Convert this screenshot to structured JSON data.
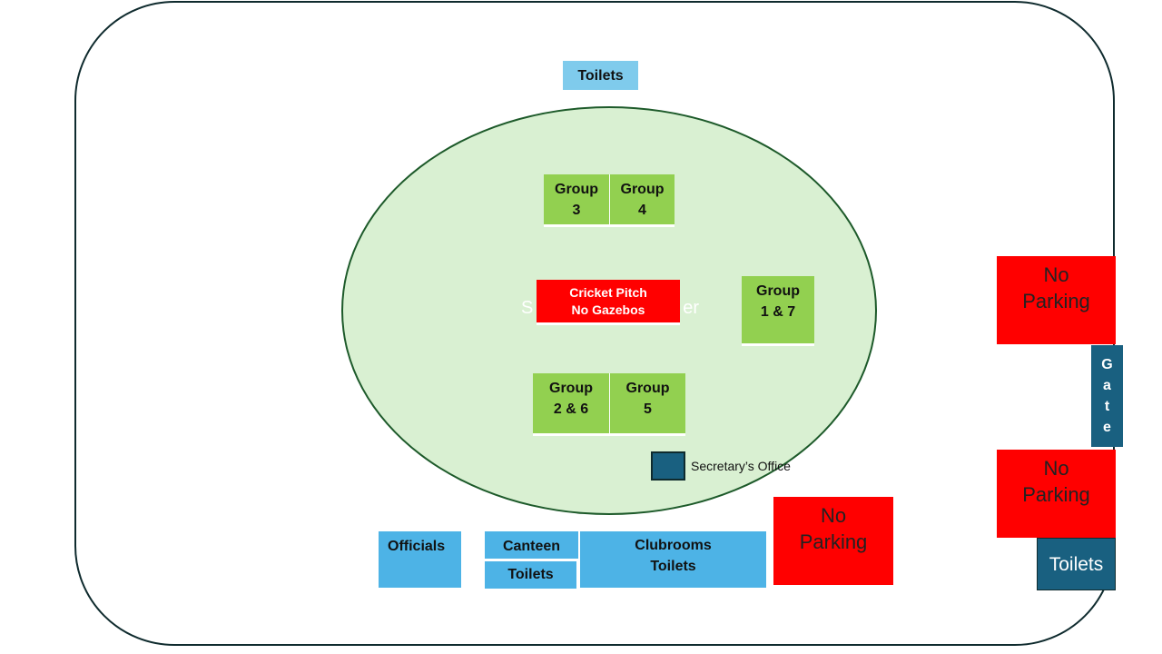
{
  "colors": {
    "group_green": "#92d050",
    "oval_fill": "#d9f0d2",
    "no_parking_red": "#ff0000",
    "facility_blue": "#4db3e6",
    "gate_teal": "#196080"
  },
  "ghost_text": {
    "left": "S",
    "right": "er"
  },
  "toilets_top": "Toilets",
  "groups": {
    "g3": [
      "Group",
      "3"
    ],
    "g4": [
      "Group",
      "4"
    ],
    "g17": [
      "Group",
      "1 & 7"
    ],
    "g26": [
      "Group",
      "2 & 6"
    ],
    "g5": [
      "Group",
      "5"
    ]
  },
  "pitch": [
    "Cricket Pitch",
    "No Gazebos"
  ],
  "secretary_office": "Secretary’s Office",
  "facilities": {
    "officials": "Officials",
    "canteen": "Canteen",
    "toilets_small": "Toilets",
    "clubrooms": [
      "Clubrooms",
      "Toilets"
    ]
  },
  "no_parking": [
    "No",
    "Parking"
  ],
  "gate_letters": [
    "G",
    "a",
    "t",
    "e"
  ],
  "toilets_right": "Toilets"
}
